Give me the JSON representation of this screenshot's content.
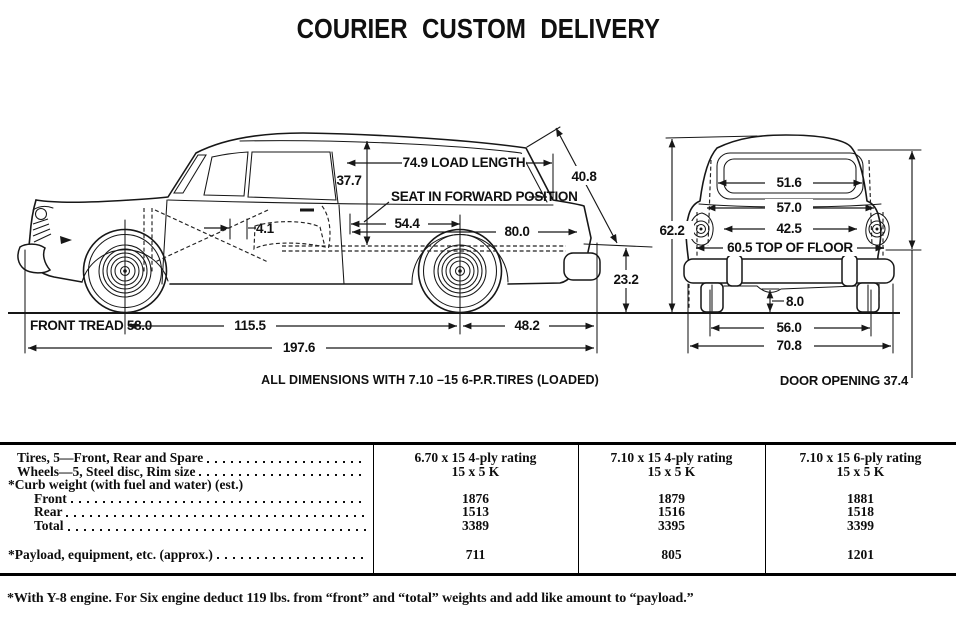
{
  "title": "COURIER CUSTOM DELIVERY",
  "side_view": {
    "load_length": "74.9 LOAD LENGTH",
    "interior_height": "37.7",
    "seat_note": "SEAT IN FORWARD POSITION",
    "seat_to_axle": "54.4",
    "floor_length": "80.0",
    "seat_travel": "4.1",
    "rear_door_slant": "40.8",
    "floor_height": "23.2",
    "front_tread": "FRONT TREAD 58.0",
    "wheelbase": "115.5",
    "rear_overhang": "48.2",
    "overall_length": "197.6",
    "caption": "ALL DIMENSIONS WITH 7.10 –15 6-P.R.TIRES (LOADED)"
  },
  "rear_view": {
    "overall_height": "62.2",
    "window_width": "51.6",
    "body_width_beltline": "57.0",
    "opening_width": "42.5",
    "top_of_floor": "60.5 TOP OF FLOOR",
    "bumper_height": "8.0",
    "rear_tread": "56.0",
    "overall_width": "70.8",
    "door_opening": "DOOR OPENING 37.4"
  },
  "table": {
    "rows": [
      {
        "label": "Tires, 5—Front, Rear and Spare",
        "values": [
          "6.70 x 15 4-ply rating",
          "7.10 x 15 4-ply rating",
          "7.10 x 15 6-ply rating"
        ]
      },
      {
        "label": "Wheels—5, Steel disc, Rim size",
        "values": [
          "15 x 5 K",
          "15 x 5 K",
          "15 x 5 K"
        ]
      },
      {
        "label": "*Curb weight (with fuel and water) (est.)",
        "values": [
          "",
          "",
          ""
        ]
      },
      {
        "label": "Front",
        "values": [
          "1876",
          "1879",
          "1881"
        ]
      },
      {
        "label": "Rear",
        "values": [
          "1513",
          "1516",
          "1518"
        ]
      },
      {
        "label": "Total",
        "values": [
          "3389",
          "3395",
          "3399"
        ]
      },
      {
        "label": "*Payload, equipment, etc. (approx.)",
        "values": [
          "711",
          "805",
          "1201"
        ]
      }
    ]
  },
  "footnote": "*With Y-8 engine. For Six engine deduct 119 lbs. from “front” and “total” weights and add like amount to “payload.”"
}
